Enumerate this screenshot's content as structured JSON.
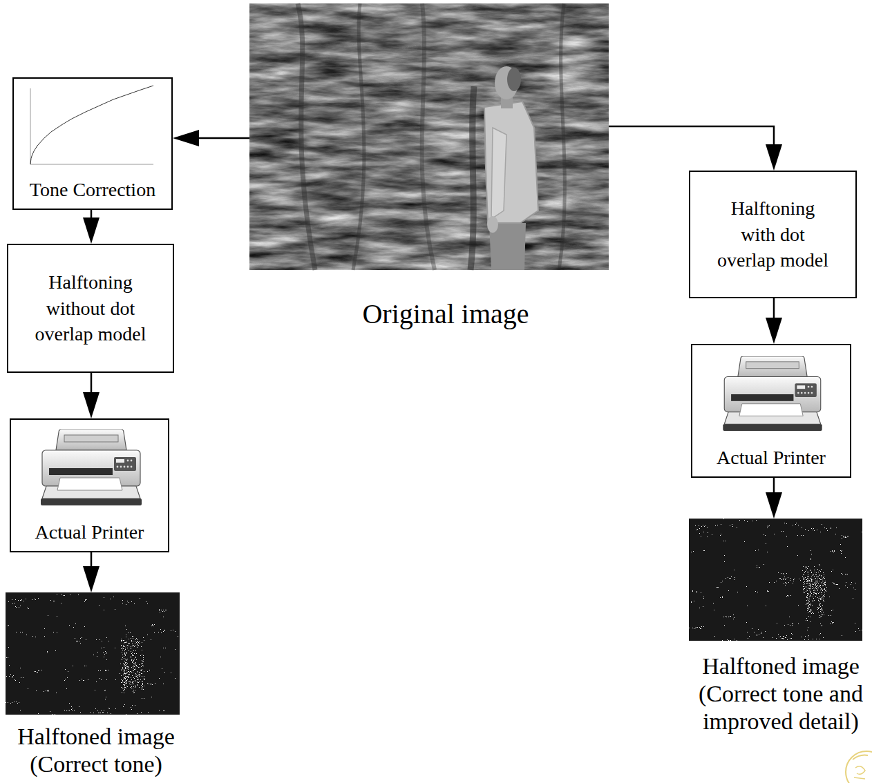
{
  "diagram": {
    "nodes": [
      {
        "text": [
          "Original image"
        ]
      },
      {
        "text": [
          "Tone Correction"
        ]
      },
      {
        "text": [
          "Halftoning without dot overlap model"
        ]
      },
      {
        "text": [
          "Actual Printer"
        ]
      },
      {
        "text": [
          "Halftoned image (Correct tone)"
        ]
      },
      {
        "text": [
          "Halftoning with dot overlap model"
        ]
      },
      {
        "text": [
          "Actual Printer"
        ]
      },
      {
        "text": [
          "Halftoned image (Correct tone and improved detail)"
        ]
      }
    ],
    "edges": [
      {
        "from": 0,
        "to": 1,
        "arrow": "to"
      },
      {
        "from": 1,
        "to": 2,
        "arrow": "to"
      },
      {
        "from": 2,
        "to": 3,
        "arrow": "to"
      },
      {
        "from": 3,
        "to": 4,
        "arrow": "to"
      },
      {
        "from": 0,
        "to": 5,
        "arrow": "to"
      },
      {
        "from": 5,
        "to": 6,
        "arrow": "to"
      },
      {
        "from": 6,
        "to": 7,
        "arrow": "to"
      }
    ]
  }
}
